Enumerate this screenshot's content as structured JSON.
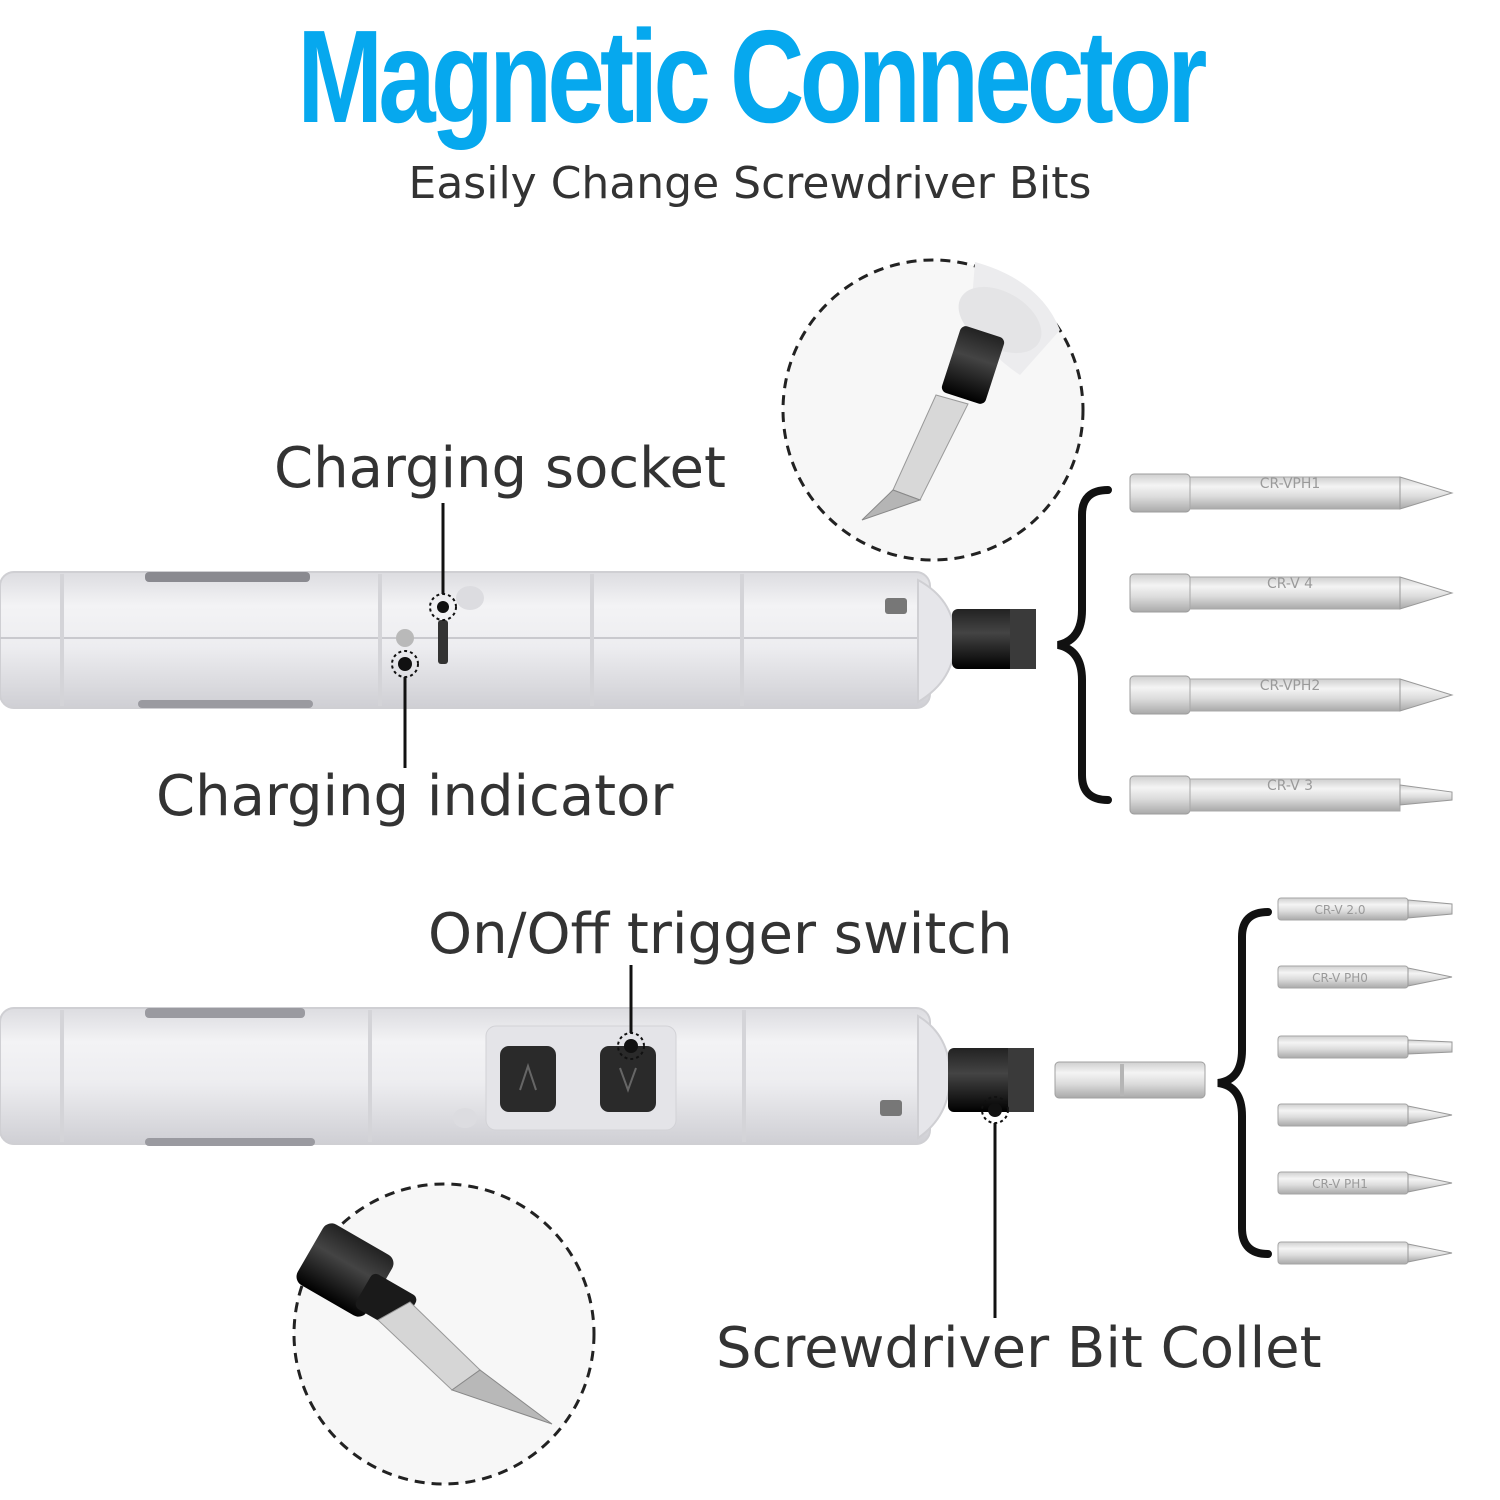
{
  "header": {
    "title": "Magnetic Connector",
    "subtitle": "Easily Change Screwdriver Bits"
  },
  "callouts": {
    "charging_socket": "Charging socket",
    "charging_indicator": "Charging indicator",
    "trigger_switch": "On/Off trigger switch",
    "bit_collet": "Screwdriver Bit Collet"
  },
  "colors": {
    "title": "#06a8ee",
    "text": "#333333",
    "body": "#e9e9ec",
    "collet": "#111111"
  },
  "large_bits": [
    "CR-VPH1",
    "CR-V 4",
    "CR-VPH2",
    "CR-V 3"
  ],
  "small_bits": [
    "CR-V 2.0",
    "CR-V PH0",
    "",
    "",
    "CR-V PH1",
    ""
  ]
}
